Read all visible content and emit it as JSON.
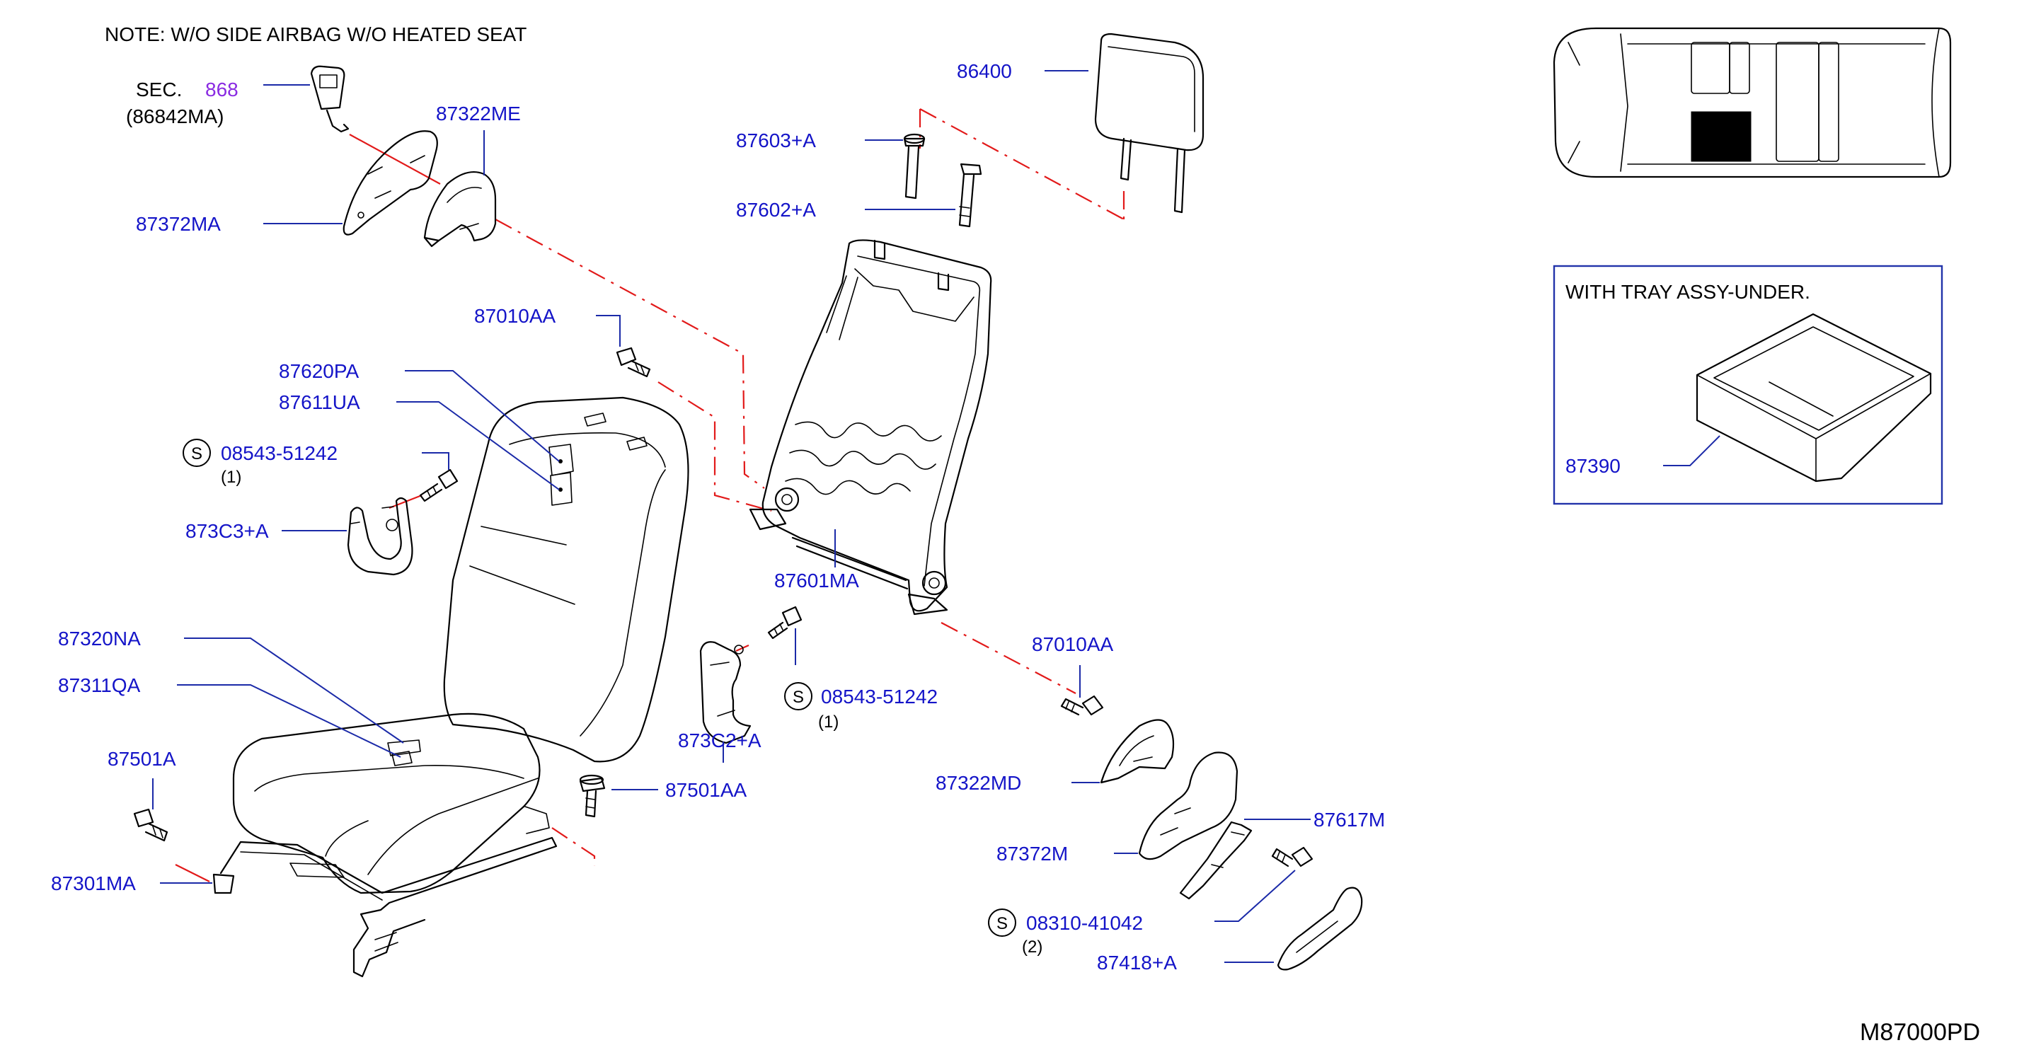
{
  "note": "NOTE:  W/O  SIDE  AIRBAG  W/O  HEATED  SEAT",
  "sec_ref": {
    "prefix": "SEC.",
    "number": "868",
    "sub": "(86842MA)"
  },
  "diagram_code": "M87000PD",
  "inset": {
    "title": "WITH  TRAY  ASSY-UNDER.",
    "part": "87390"
  },
  "symbol_s": "S",
  "parts": {
    "p86400": "86400",
    "p87603A": "87603+A",
    "p87602A": "87602+A",
    "p87322ME": "87322ME",
    "p87372MA": "87372MA",
    "p87010AA_top": "87010AA",
    "p87620PA": "87620PA",
    "p87611UA": "87611UA",
    "p08543_top": "08543-51242",
    "qty_08543_top": "(1)",
    "p873C3A": "873C3+A",
    "p87601MA": "87601MA",
    "p87320NA": "87320NA",
    "p87311QA": "87311QA",
    "p87501A": "87501A",
    "p87301MA": "87301MA",
    "p873C2A": "873C2+A",
    "p08543_mid": "08543-51242",
    "qty_08543_mid": "(1)",
    "p87501AA": "87501AA",
    "p87010AA_right": "87010AA",
    "p87322MD": "87322MD",
    "p87617M": "87617M",
    "p87372M": "87372M",
    "p08310": "08310-41042",
    "qty_08310": "(2)",
    "p87418A": "87418+A"
  }
}
